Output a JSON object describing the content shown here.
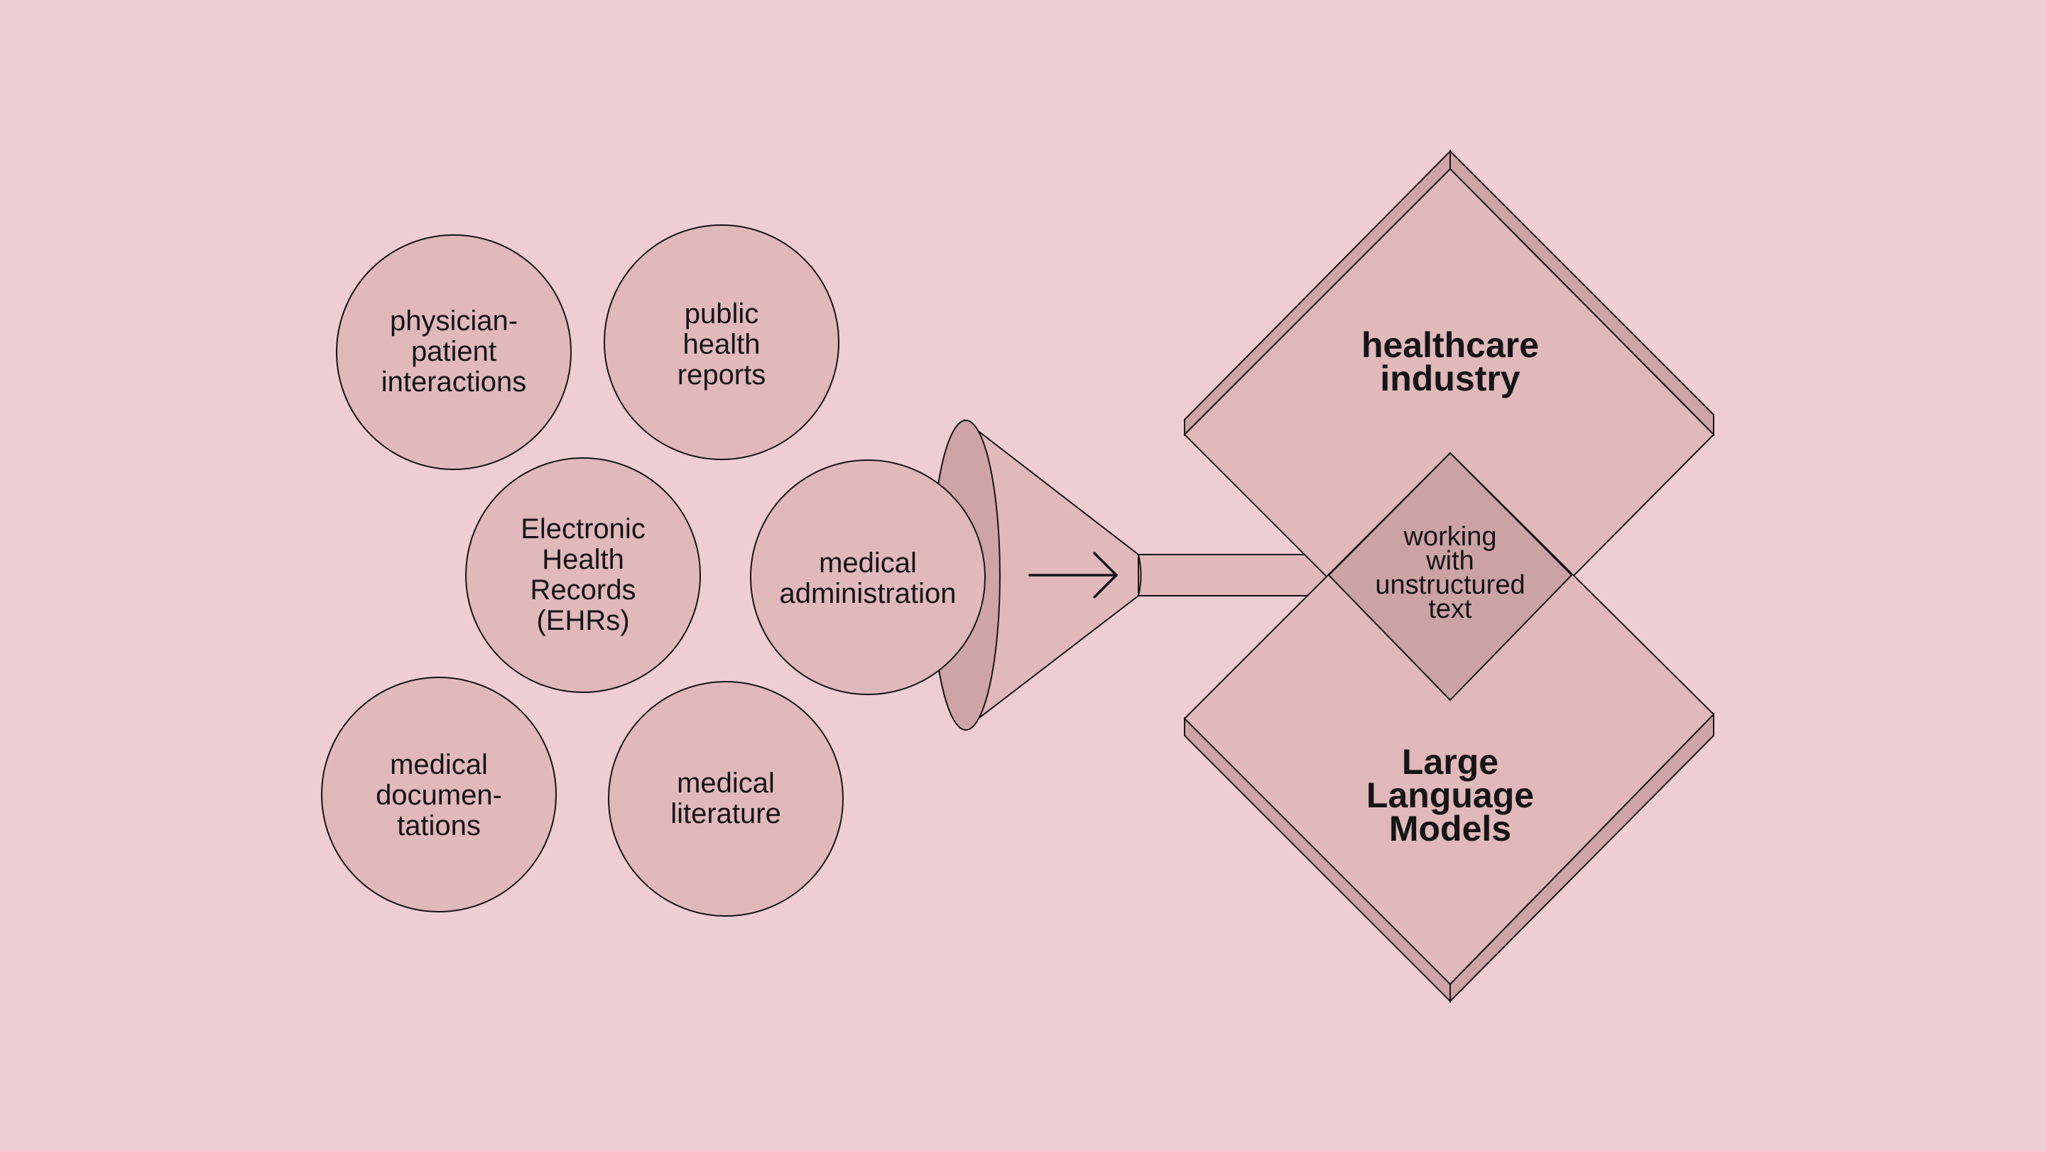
{
  "colors": {
    "background": "#eeced0",
    "shape_fill": "#e1b9ba",
    "shape_side": "#cfa4a6",
    "overlap_fill": "#cca3a4",
    "stroke": "#151515"
  },
  "sources": {
    "physician_patient": "physician-\npatient\ninteractions",
    "public_health": "public\nhealth\nreports",
    "ehr": "Electronic\nHealth\nRecords\n(EHRs)",
    "med_admin": "medical\nadministration",
    "med_docs": "medical\ndocumen-\ntations",
    "med_lit": "medical\nliterature"
  },
  "targets": {
    "healthcare": "healthcare\nindustry",
    "llm": "Large\nLanguage\nModels",
    "overlap": "working\nwith\nunstructured\ntext"
  },
  "icons": {
    "funnel": "funnel-icon",
    "arrow": "arrow-right-icon"
  }
}
